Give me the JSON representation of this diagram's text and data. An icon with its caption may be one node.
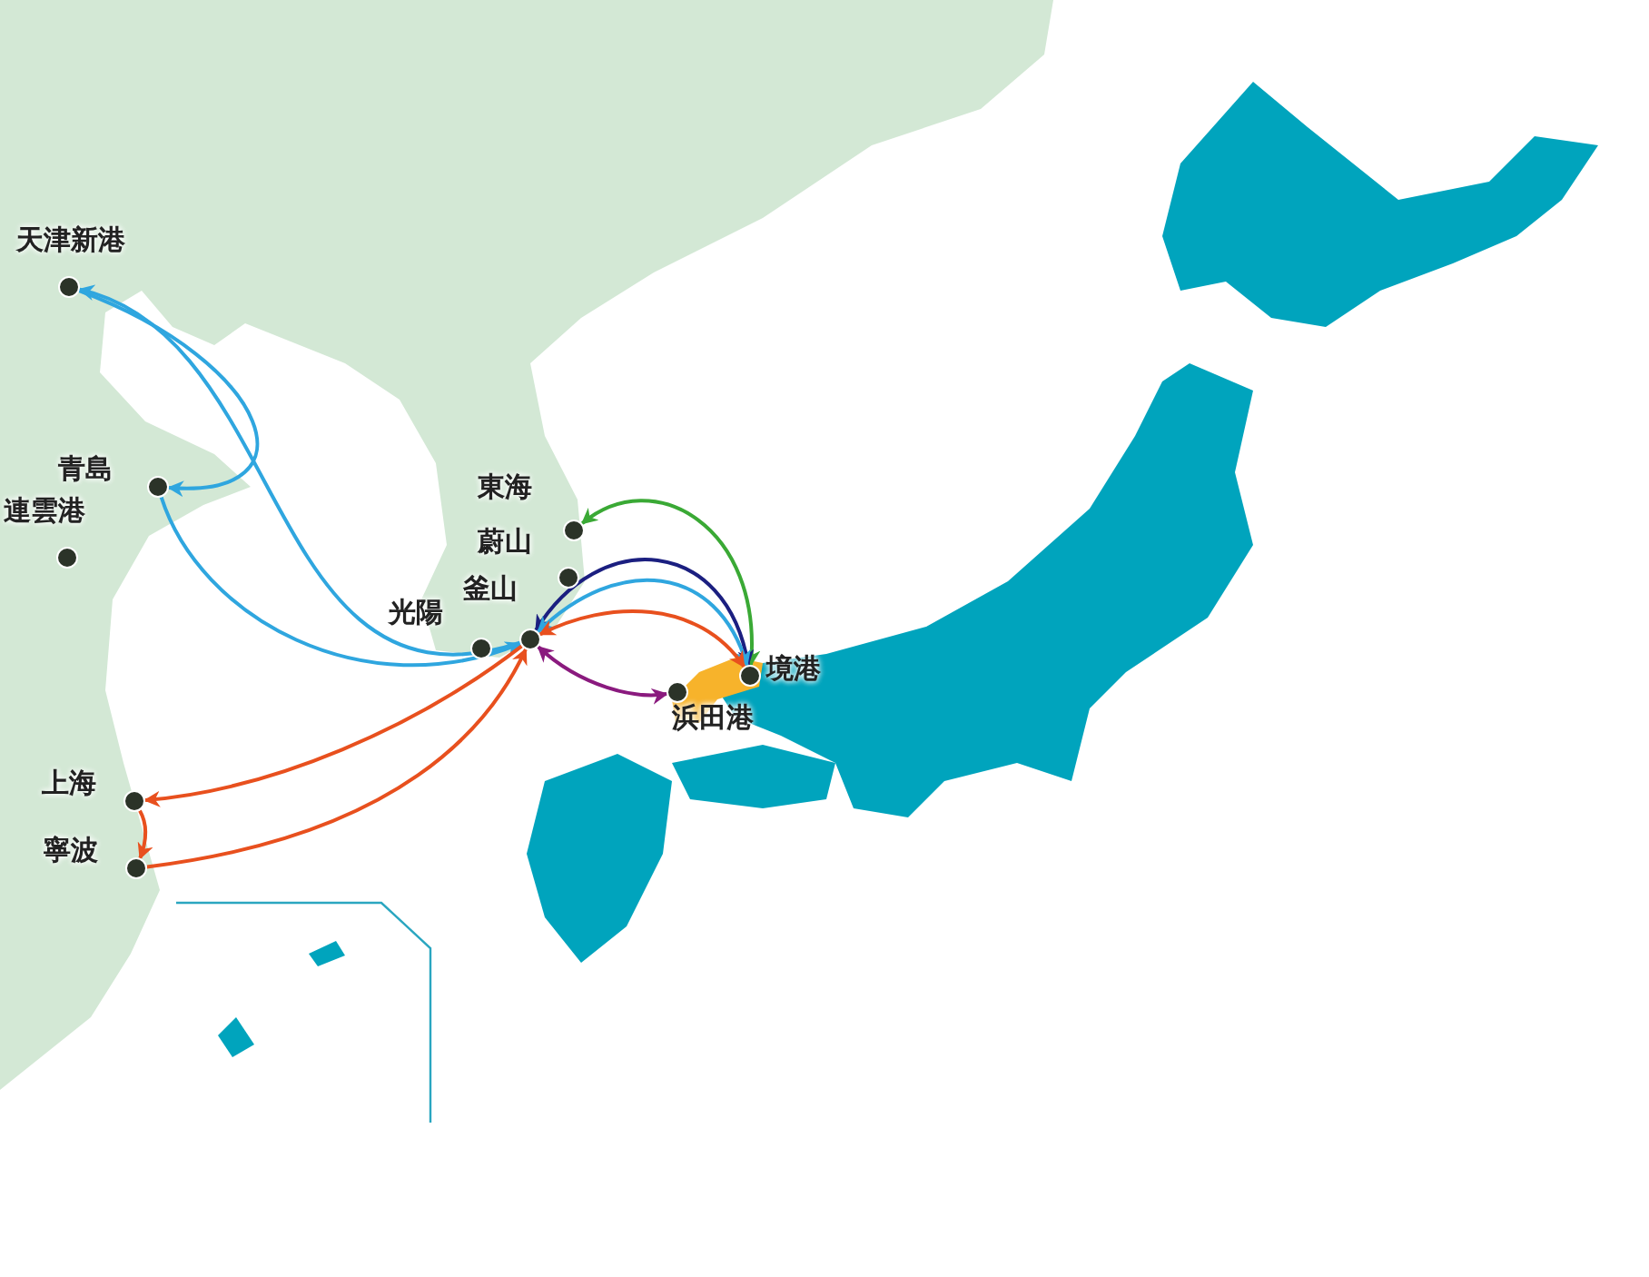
{
  "diagram": {
    "nodes": [
      {
        "text": [
          "天津新港"
        ]
      },
      {
        "text": [
          "青島"
        ]
      },
      {
        "text": [
          "連雲港"
        ]
      },
      {
        "text": [
          "東海"
        ]
      },
      {
        "text": [
          "蔚山"
        ]
      },
      {
        "text": [
          "釜山"
        ]
      },
      {
        "text": [
          "光陽"
        ]
      },
      {
        "text": [
          "境港"
        ]
      },
      {
        "text": [
          "浜田港"
        ]
      },
      {
        "text": [
          "上海"
        ]
      },
      {
        "text": [
          "寧波"
        ]
      }
    ],
    "edges": [
      {
        "from": 0,
        "to": 1,
        "arrow": "to",
        "color": "#2fa6df"
      },
      {
        "from": 1,
        "to": 5,
        "arrow": "to",
        "color": "#2fa6df"
      },
      {
        "from": 5,
        "to": 0,
        "arrow": "to",
        "color": "#2fa6df"
      },
      {
        "from": 3,
        "to": 7,
        "arrow": "both",
        "color": "#3aa935"
      },
      {
        "from": 5,
        "to": 7,
        "arrow": "both",
        "color": "#1b1f80"
      },
      {
        "from": 5,
        "to": 7,
        "arrow": "both",
        "color": "#2fa6df"
      },
      {
        "from": 5,
        "to": 7,
        "arrow": "both",
        "color": "#e8501e"
      },
      {
        "from": 5,
        "to": 8,
        "arrow": "both",
        "color": "#8a1a7e"
      },
      {
        "from": 5,
        "to": 9,
        "arrow": "to",
        "color": "#e8501e"
      },
      {
        "from": 9,
        "to": 10,
        "arrow": "to",
        "color": "#e8501e"
      },
      {
        "from": 10,
        "to": 5,
        "arrow": "to",
        "color": "#e8501e"
      }
    ]
  }
}
